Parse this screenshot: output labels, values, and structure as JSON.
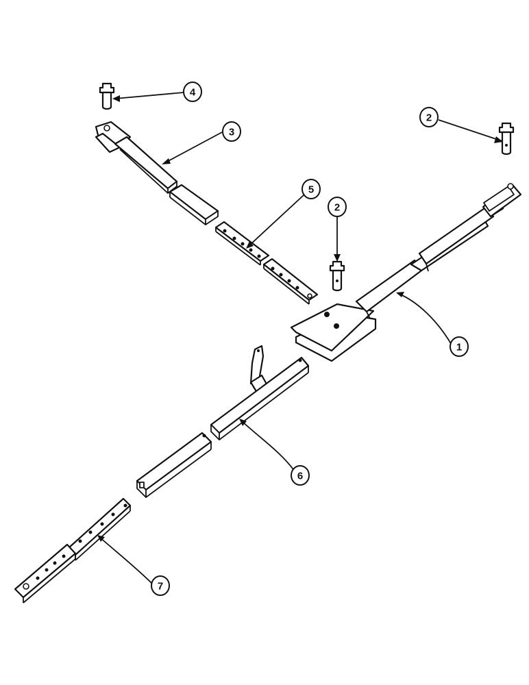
{
  "callouts": [
    {
      "id": "c1",
      "number": "1"
    },
    {
      "id": "c2a",
      "number": "2"
    },
    {
      "id": "c2b",
      "number": "2"
    },
    {
      "id": "c3",
      "number": "3"
    },
    {
      "id": "c4",
      "number": "4"
    },
    {
      "id": "c5",
      "number": "5"
    },
    {
      "id": "c6",
      "number": "6"
    },
    {
      "id": "c7",
      "number": "7"
    }
  ],
  "colors": {
    "ink": "#111111",
    "paper": "#ffffff"
  }
}
